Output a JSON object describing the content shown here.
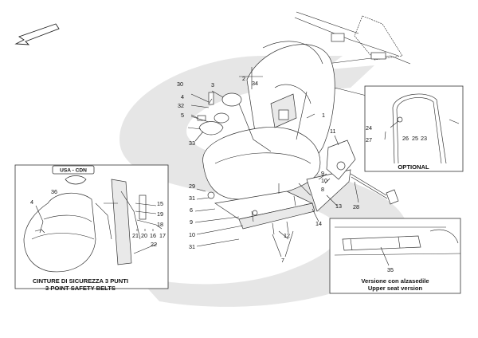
{
  "callouts": {
    "n1": "1",
    "n2": "2",
    "n3": "3",
    "n4": "4",
    "n5": "5",
    "n6": "6",
    "n7": "7",
    "n8": "8",
    "n9": "9",
    "n10": "10",
    "n11": "11",
    "n12": "12",
    "n13": "13",
    "n14": "14",
    "n15": "15",
    "n16": "16",
    "n17": "17",
    "n18": "18",
    "n19": "19",
    "n20": "20",
    "n21": "21",
    "n22": "22",
    "n23": "23",
    "n24": "24",
    "n25": "25",
    "n26": "26",
    "n27": "27",
    "n28": "28",
    "n29": "29",
    "n30": "30",
    "n31": "31",
    "n32": "32",
    "n33": "33",
    "n34": "34",
    "n35": "35",
    "n36": "36"
  },
  "left_box": {
    "tag": "USA - CDN",
    "caption_line1": "CINTURE DI SICUREZZA 3 PUNTI",
    "caption_line2": "3 POINT SAFETY BELTS"
  },
  "optional_box": {
    "caption": "OPTIONAL"
  },
  "upper_seat_box": {
    "caption_line1": "Versione con alzasedile",
    "caption_line2": "Upper seat version"
  }
}
